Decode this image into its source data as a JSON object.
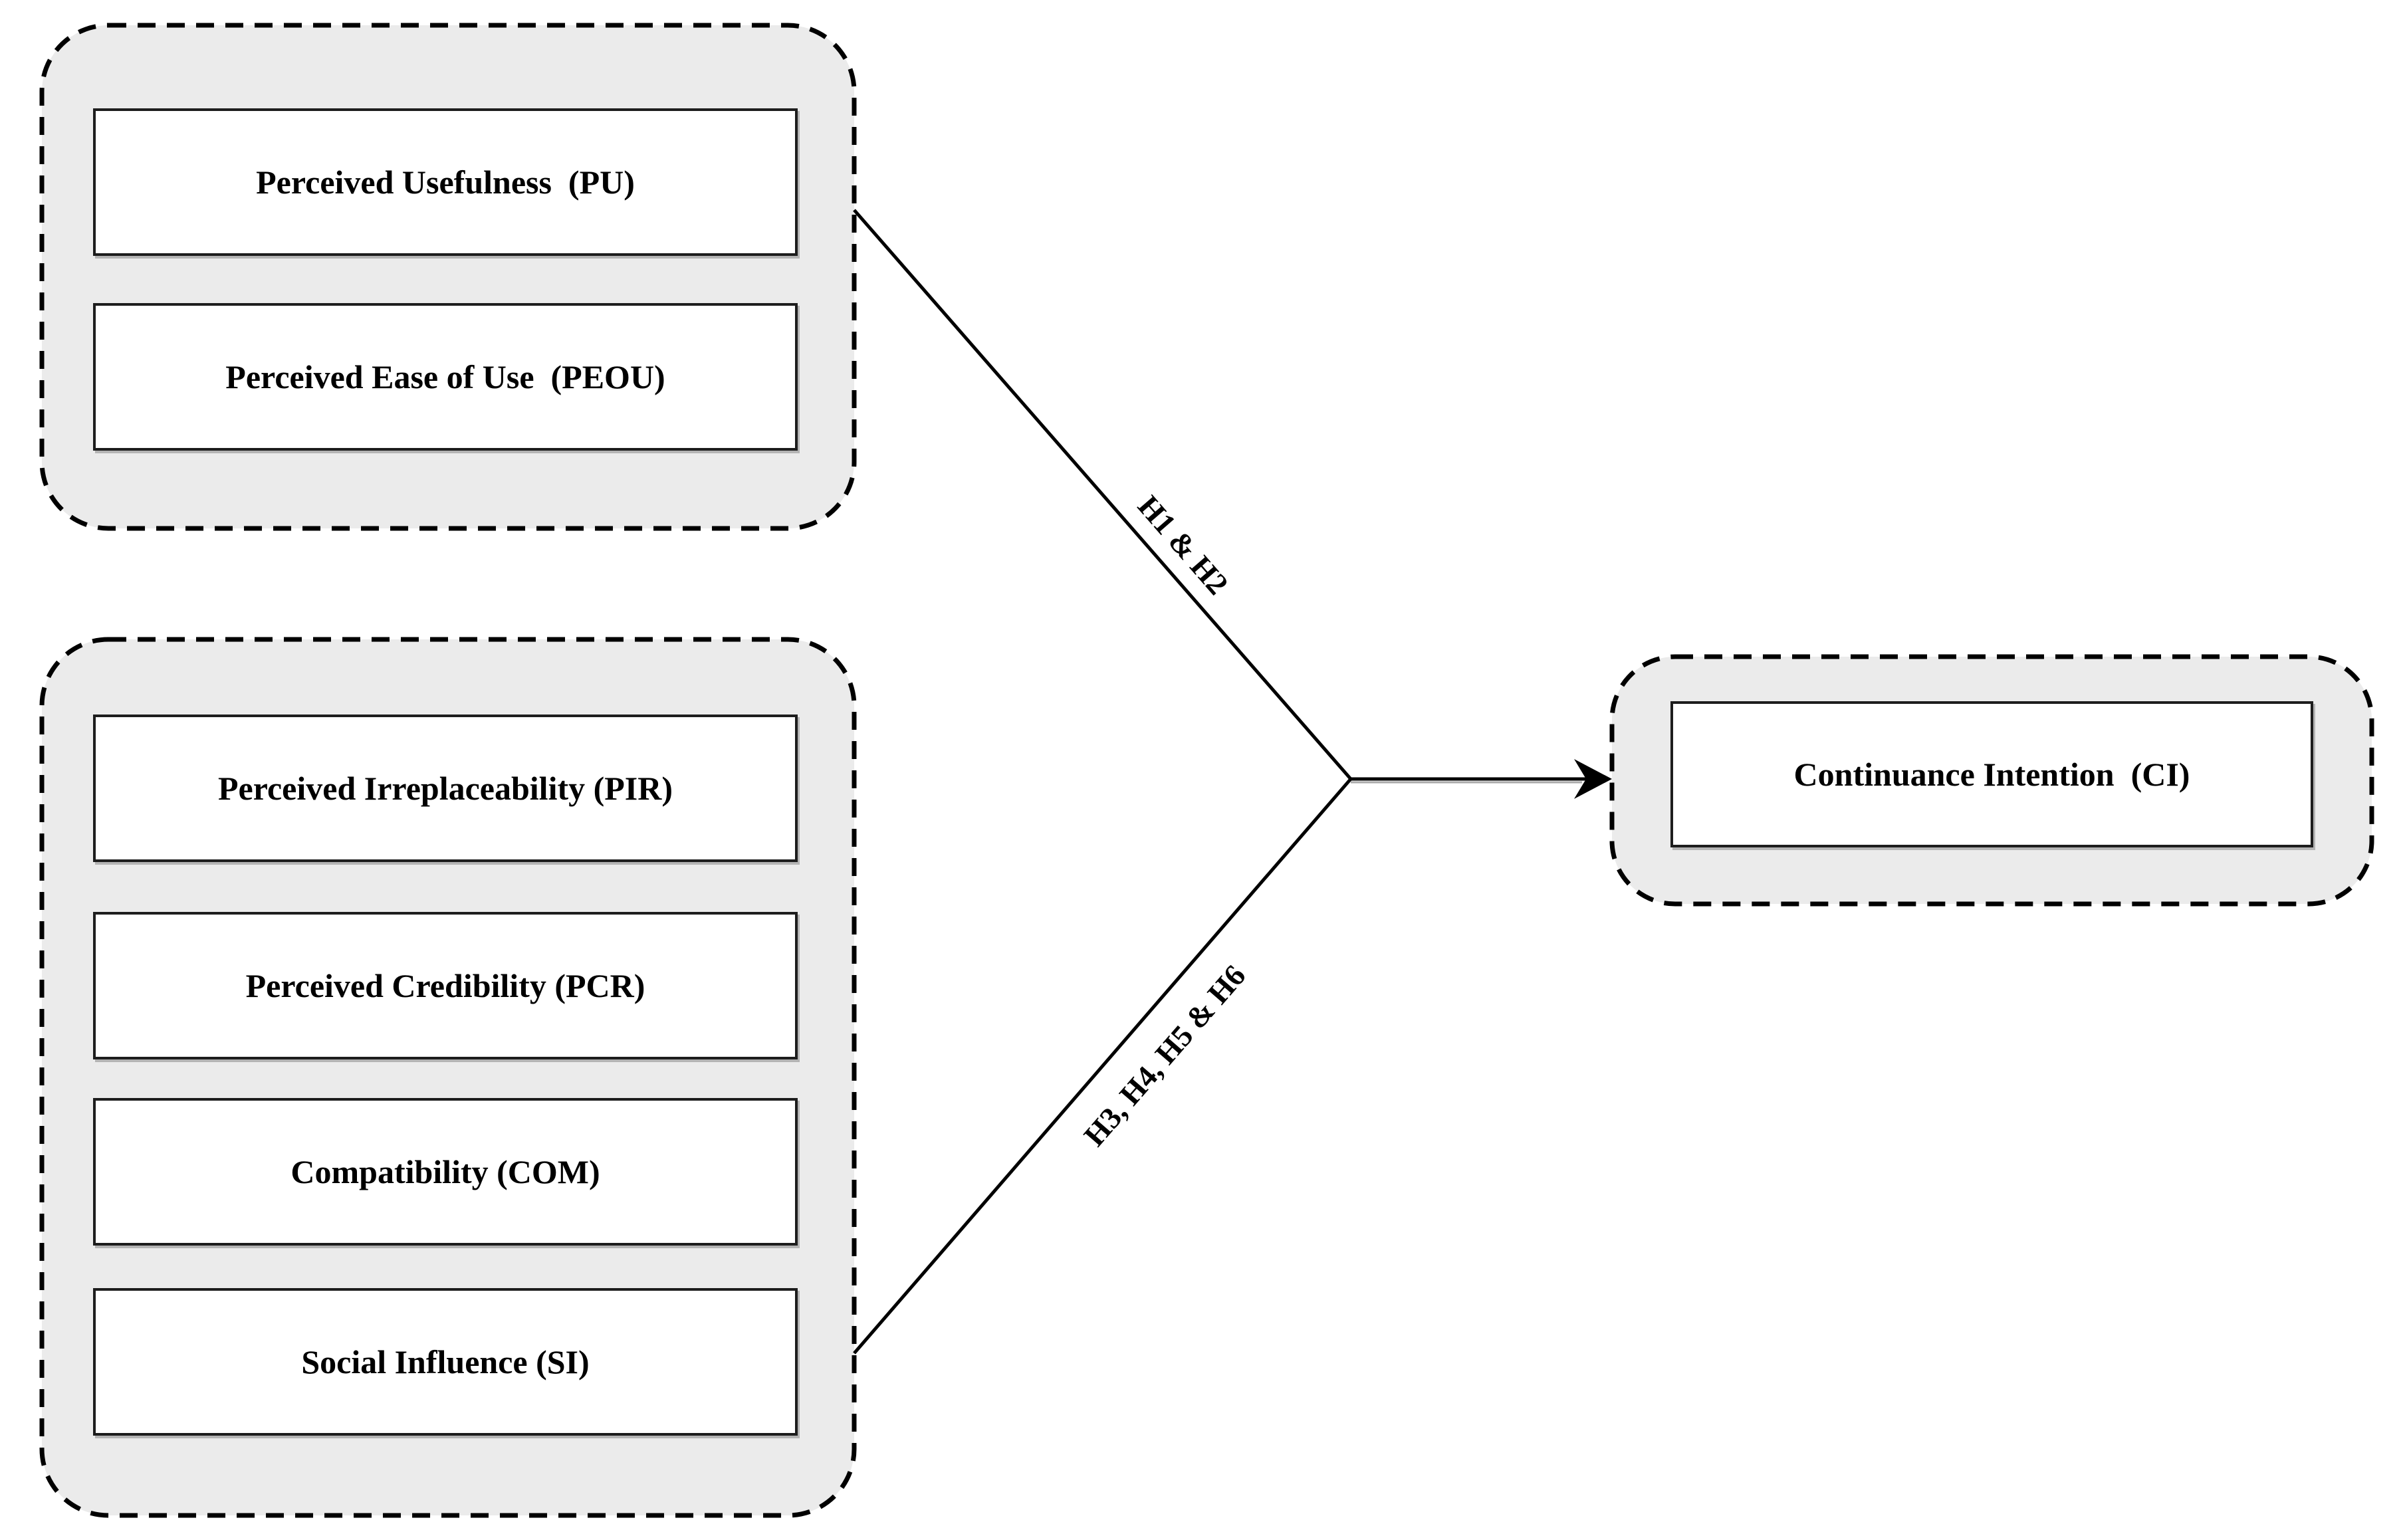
{
  "colors": {
    "background": "#ffffff",
    "group_fill": "#ebebeb",
    "group_border": "#000000",
    "box_fill": "#ffffff",
    "box_border": "#1d1d1d",
    "text": "#000000"
  },
  "groups": {
    "tam": {
      "boxes": [
        {
          "label": "Perceived Usefulness  (PU)"
        },
        {
          "label": "Perceived Ease of Use  (PEOU)"
        }
      ]
    },
    "extended": {
      "boxes": [
        {
          "label": "Perceived Irreplaceability (PIR)"
        },
        {
          "label": "Perceived Credibility (PCR)"
        },
        {
          "label": "Compatibility (COM)"
        },
        {
          "label": "Social Influence (SI)"
        }
      ]
    },
    "outcome": {
      "boxes": [
        {
          "label": "Continuance Intention  (CI)"
        }
      ]
    }
  },
  "arrows": {
    "top": {
      "label": "H1 & H2"
    },
    "bottom": {
      "label": "H3, H4, H5 & H6"
    }
  }
}
